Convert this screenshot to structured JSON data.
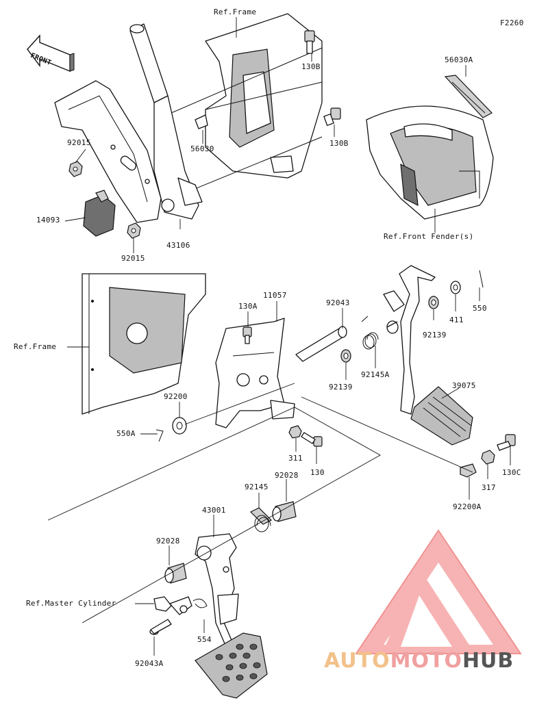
{
  "figure_code": "F2260",
  "front_badge": "FRONT",
  "labels": {
    "ref_frame_top": "Ref.Frame",
    "p130B_a": "130B",
    "p130B_b": "130B",
    "p56030A": "56030A",
    "p92015_a": "92015",
    "p56030": "56030",
    "p14093": "14093",
    "p92015_b": "92015",
    "p43106": "43106",
    "ref_front_fender": "Ref.Front Fender(s)",
    "ref_frame_left": "Ref.Frame",
    "p130A": "130A",
    "p11057": "11057",
    "p92043": "92043",
    "p550": "550",
    "p411": "411",
    "p92139_a": "92139",
    "p92145A": "92145A",
    "p92139_b": "92139",
    "p39075": "39075",
    "p92200": "92200",
    "p550A": "550A",
    "p311": "311",
    "p130": "130",
    "p130C": "130C",
    "p317": "317",
    "p92200A": "92200A",
    "p92145": "92145",
    "p92028_a": "92028",
    "p43001": "43001",
    "p92028_b": "92028",
    "ref_master_cylinder": "Ref.Master Cylinder",
    "p554": "554",
    "p92043A": "92043A"
  },
  "watermark": {
    "part1": "AUTO",
    "part2": "MOTO",
    "part3": "HUB",
    "colors": {
      "auto": "#f2c18a",
      "moto": "#f0a0a0",
      "hub": "#555555",
      "logo": "#f08a8a"
    }
  }
}
